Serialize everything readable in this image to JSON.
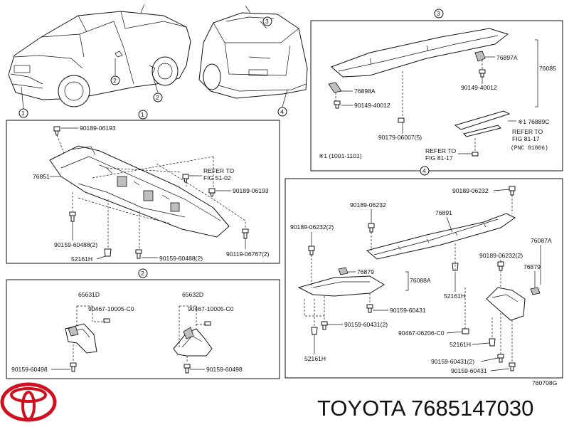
{
  "refs": {
    "r1": "1",
    "r2": "2",
    "r3": "3",
    "r4": "4"
  },
  "panel1": {
    "p76851": "76851",
    "p90189_06193_top": "90189-06193",
    "refer_51": "REFER TO",
    "refer_51b": "FIG 51-02",
    "p90189_06193_r": "90189-06193",
    "p90159_60488_2a": "90159-60488(2)",
    "p90119_06767_2": "90119-06767(2)",
    "p52161H": "52161H",
    "p90159_60488_2b": "90159-60488(2)"
  },
  "panel2": {
    "p65631D": "65631D",
    "p90467_a": "90467-10005-C0",
    "p90159_60498_a": "90159-60498",
    "p65632D": "65632D",
    "p90467_b": "90467-10005-C0",
    "p90159_60498_b": "90159-60498"
  },
  "panel3": {
    "p76897A": "76897A",
    "p76085": "76085",
    "p76898A": "76898A",
    "p90149_40012_a": "90149-40012",
    "p90149_40012_b": "90149-40012",
    "p76889C": "※1 76889C",
    "refer_a1": "REFER TO",
    "refer_a2": "FIG 81-17",
    "pnc": "(PNC 81006)",
    "p90179": "90179-06007(5)",
    "refer_b1": "REFER TO",
    "refer_b2": "FIG 81-17",
    "note": "※1 (1001-1101)"
  },
  "panel4": {
    "p90189_06232_top": "90189-06232",
    "p90189_06232_left": "90189-06232",
    "p76891": "76891",
    "p90189_06232_2a": "90189-06232(2)",
    "p76087A": "76087A",
    "p90189_06232_2b": "90189-06232(2)",
    "p76879a": "76879",
    "p76088A": "76088A",
    "p76879b": "76879",
    "p52161H_a": "52161H",
    "p90159_60431": "90159-60431",
    "p90159_60431_2a": "90159-60431(2)",
    "p90467_06206": "90467-06206-C0",
    "p52161H_b": "52161H",
    "p52161H_c": "52161H",
    "p90159_60431_2b": "90159-60431(2)",
    "p90159_60431_b": "90159-60431"
  },
  "figcode": "760708G",
  "footer": {
    "brand": "TOYOTA",
    "part_number": "7685147030"
  },
  "colors": {
    "line": "#111111",
    "logo": "#d0101e",
    "background": "#ffffff"
  }
}
